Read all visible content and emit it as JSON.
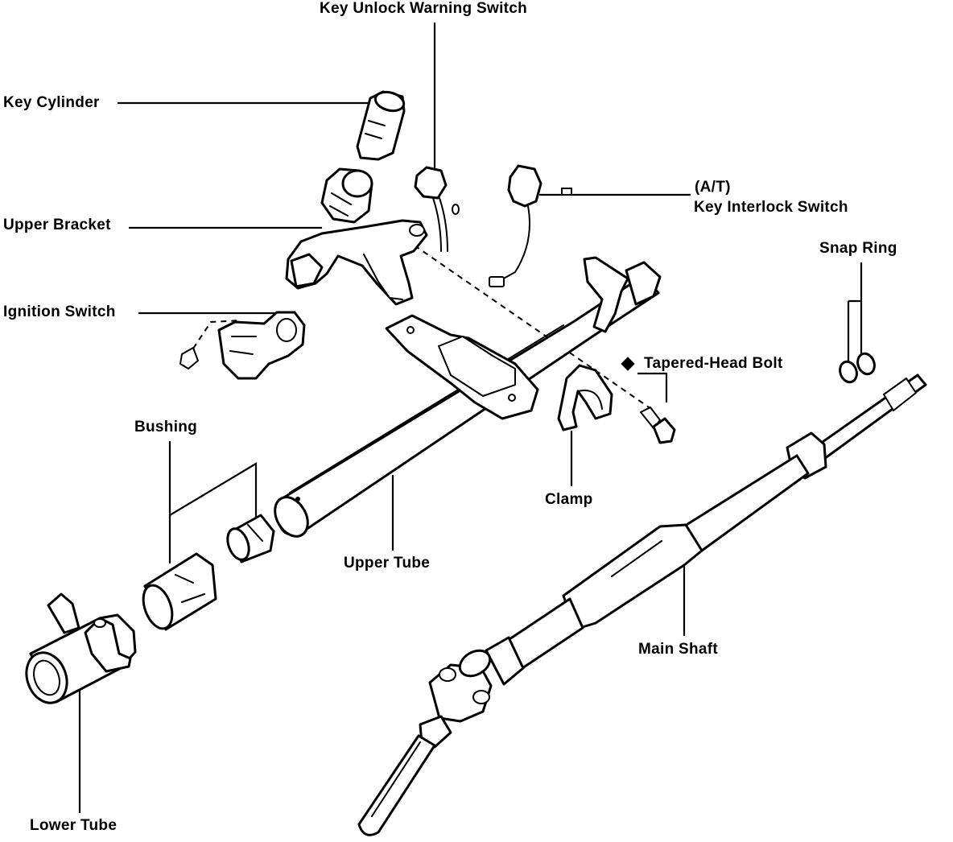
{
  "colors": {
    "ink": "#000000",
    "paper": "#ffffff"
  },
  "labels": {
    "key_unlock_warning_switch": "Key Unlock Warning Switch",
    "key_cylinder": "Key Cylinder",
    "at": "(A/T)",
    "key_interlock_switch": "Key Interlock Switch",
    "upper_bracket": "Upper Bracket",
    "snap_ring": "Snap Ring",
    "ignition_switch": "Ignition Switch",
    "tapered_head_bolt": "Tapered-Head Bolt",
    "bushing": "Bushing",
    "clamp": "Clamp",
    "upper_tube": "Upper Tube",
    "main_shaft": "Main Shaft",
    "lower_tube": "Lower Tube"
  }
}
